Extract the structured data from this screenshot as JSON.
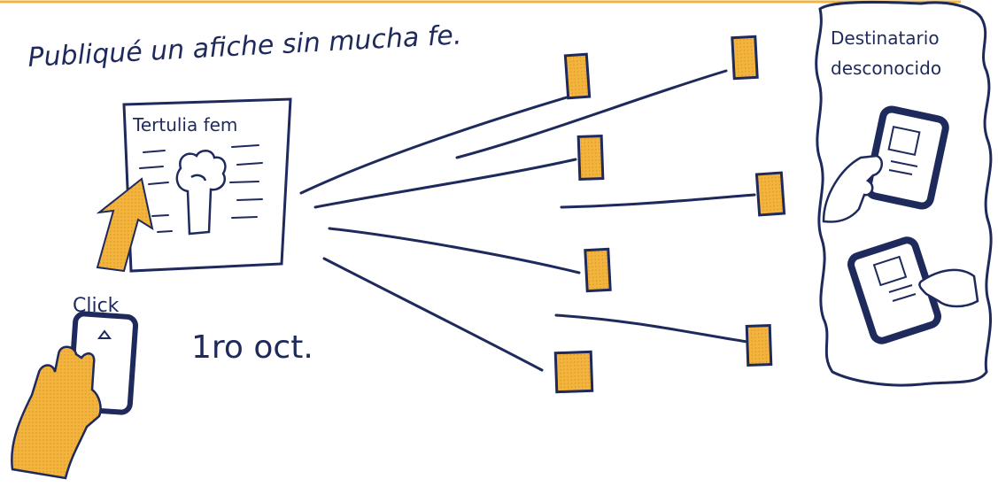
{
  "texts": {
    "caption": "Publiqué un afiche sin mucha fe.",
    "poster_title": "Tertulia fem",
    "click_label": "Click",
    "date": "1ro oct.",
    "recipient_line1": "Destinatario",
    "recipient_line2": "desconocido"
  },
  "colors": {
    "ink": "#1f2a5c",
    "accent": "#f2b43c",
    "paper": "#ffffff"
  },
  "icons": [
    "hand-pointer-icon",
    "phone-icon",
    "arrow-up-icon",
    "fist-icon",
    "poster-icon",
    "note-icon",
    "hand-holding-phone-icon"
  ]
}
